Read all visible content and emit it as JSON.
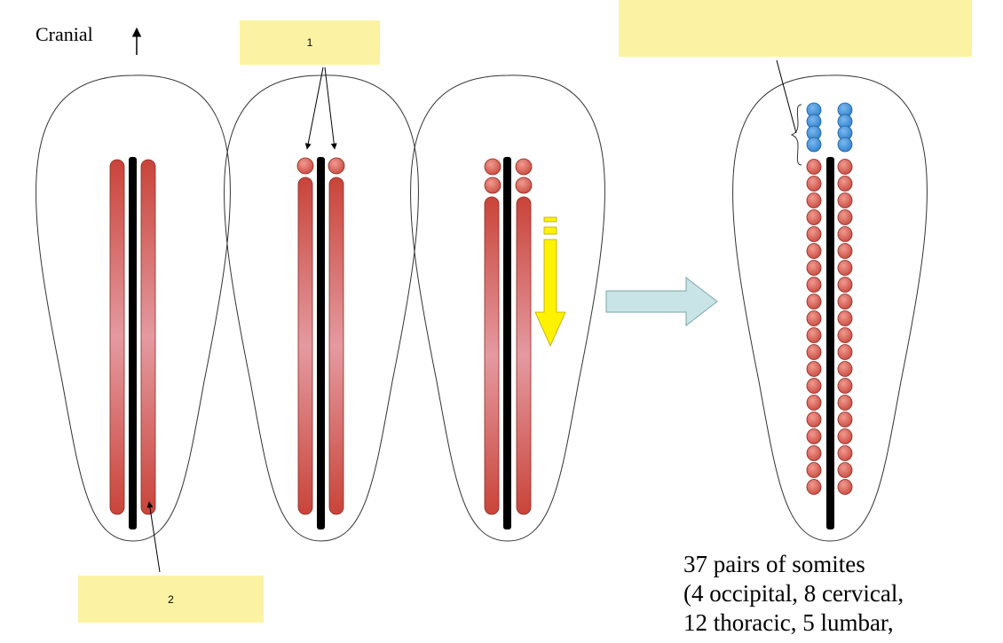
{
  "header": {
    "cranial_label": "Cranial"
  },
  "labels": {
    "label1": "1",
    "label2": "2",
    "label3": ""
  },
  "caption": {
    "line1": "37 pairs of somites",
    "line2": "(4 occipital, 8 cervical,",
    "line3": "12 thoracic, 5 lumbar,"
  },
  "colors": {
    "label_box": "#fbf3a3",
    "mesoderm": "#c9443a",
    "mesoderm_light": "#e49aa0",
    "somite": "#d9665e",
    "new_somite": "#3f8fd8",
    "neural_tube": "#000000",
    "progress_arrow": "#fff200",
    "transition_arrow": "#c8e4e6"
  },
  "somites": {
    "pairs_shown": 20,
    "blue_pairs": 4
  }
}
